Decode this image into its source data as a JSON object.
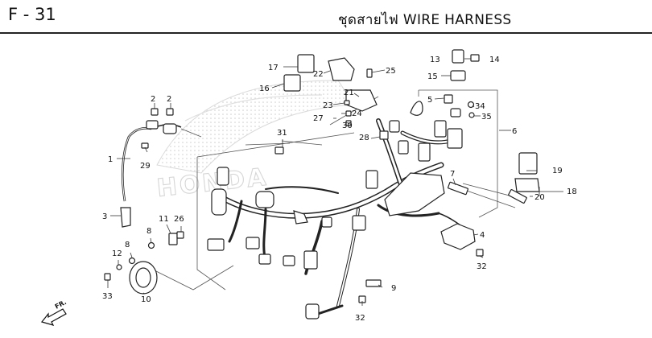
{
  "header": {
    "page_id": "F - 31",
    "title": "ชุดสายไฟ  WIRE HARNESS"
  },
  "direction_marker": "FR.",
  "watermark": "HONDA",
  "callouts": [
    {
      "id": "c1",
      "text": "1"
    },
    {
      "id": "c2a",
      "text": "2"
    },
    {
      "id": "c2b",
      "text": "2"
    },
    {
      "id": "c3",
      "text": "3"
    },
    {
      "id": "c4",
      "text": "4"
    },
    {
      "id": "c5",
      "text": "5"
    },
    {
      "id": "c6",
      "text": "6"
    },
    {
      "id": "c7",
      "text": "7"
    },
    {
      "id": "c8a",
      "text": "8"
    },
    {
      "id": "c8b",
      "text": "8"
    },
    {
      "id": "c9",
      "text": "9"
    },
    {
      "id": "c10",
      "text": "10"
    },
    {
      "id": "c11",
      "text": "11"
    },
    {
      "id": "c12",
      "text": "12"
    },
    {
      "id": "c13",
      "text": "13"
    },
    {
      "id": "c14",
      "text": "14"
    },
    {
      "id": "c15",
      "text": "15"
    },
    {
      "id": "c16",
      "text": "16"
    },
    {
      "id": "c17",
      "text": "17"
    },
    {
      "id": "c18",
      "text": "18"
    },
    {
      "id": "c19",
      "text": "19"
    },
    {
      "id": "c20",
      "text": "20"
    },
    {
      "id": "c21",
      "text": "21"
    },
    {
      "id": "c22",
      "text": "22"
    },
    {
      "id": "c23",
      "text": "23"
    },
    {
      "id": "c24",
      "text": "24"
    },
    {
      "id": "c25",
      "text": "25"
    },
    {
      "id": "c26",
      "text": "26"
    },
    {
      "id": "c27",
      "text": "27"
    },
    {
      "id": "c28",
      "text": "28"
    },
    {
      "id": "c29",
      "text": "29"
    },
    {
      "id": "c30",
      "text": "30"
    },
    {
      "id": "c31",
      "text": "31"
    },
    {
      "id": "c32a",
      "text": "32"
    },
    {
      "id": "c32b",
      "text": "32"
    },
    {
      "id": "c33",
      "text": "33"
    },
    {
      "id": "c34",
      "text": "34"
    },
    {
      "id": "c35",
      "text": "35"
    }
  ]
}
